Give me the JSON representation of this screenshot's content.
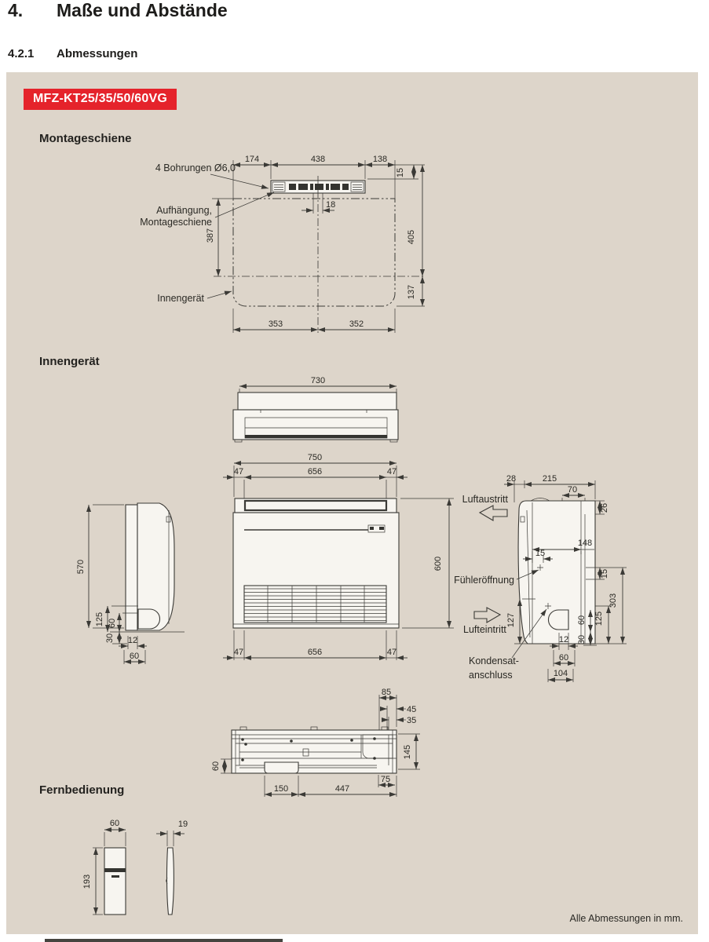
{
  "header": {
    "number": "4.",
    "title": "Maße und Abstände",
    "sub_number": "4.2.1",
    "sub_title": "Abmessungen"
  },
  "badge": {
    "label": "MFZ-KT25/35/50/60VG"
  },
  "colors": {
    "badge_red": "#e5232b",
    "panel_beige": "#ddd5ca",
    "line": "#3b3a36"
  },
  "footer": {
    "note": "Alle Abmessungen in mm."
  },
  "montageschiene": {
    "title": "Montageschiene",
    "labels": {
      "holes": "4 Bohrungen Ø6,0",
      "hanger1": "Aufhängung,",
      "hanger2": "Montageschiene",
      "unit": "Innengerät"
    },
    "dims": {
      "d174": "174",
      "d438": "438",
      "d138": "138",
      "d15": "15",
      "d18": "18",
      "d387": "387",
      "d405": "405",
      "d137": "137",
      "d353": "353",
      "d352": "352"
    }
  },
  "innengeraet": {
    "title": "Innengerät",
    "top_view": {
      "d730": "730"
    },
    "front_view": {
      "d750": "750",
      "d47l": "47",
      "d656": "656",
      "d47r": "47",
      "d600": "600",
      "d47bl": "47",
      "d656b": "656",
      "d47br": "47"
    },
    "left_view": {
      "d570": "570",
      "d125": "125",
      "d60": "60",
      "d30": "30",
      "d12": "12",
      "d60b": "60"
    },
    "right_view": {
      "d28": "28",
      "d215": "215",
      "d70": "70",
      "d26": "26",
      "d148": "148",
      "d15a": "15",
      "d15b": "15",
      "d303": "303",
      "d127": "127",
      "d60": "60",
      "d125": "125",
      "d30": "30",
      "d12": "12",
      "d60b": "60",
      "d104": "104",
      "labels": {
        "outlet": "Luftaustritt",
        "sensor": "Fühleröffnung",
        "inlet": "Lufteintritt",
        "drain1": "Kondensat-",
        "drain2": "anschluss"
      }
    },
    "bottom_view": {
      "d85": "85",
      "d45": "45",
      "d35": "35",
      "d145": "145",
      "d60": "60",
      "d150": "150",
      "d447": "447",
      "d75": "75"
    }
  },
  "fernbedienung": {
    "title": "Fernbedienung",
    "front": {
      "d60": "60",
      "d193": "193"
    },
    "side": {
      "d19": "19"
    }
  }
}
